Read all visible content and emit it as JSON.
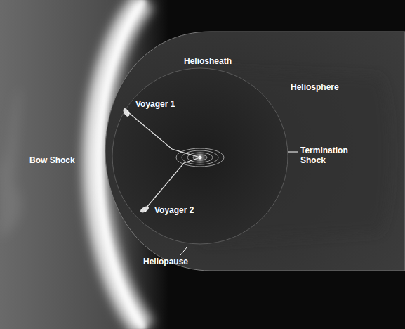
{
  "diagram": {
    "labels": [
      "Heliosheath",
      "Heliosphere",
      "Voyager 1",
      "Termination Shock",
      "Bow Shock",
      "Voyager 2",
      "Heliopause"
    ]
  }
}
